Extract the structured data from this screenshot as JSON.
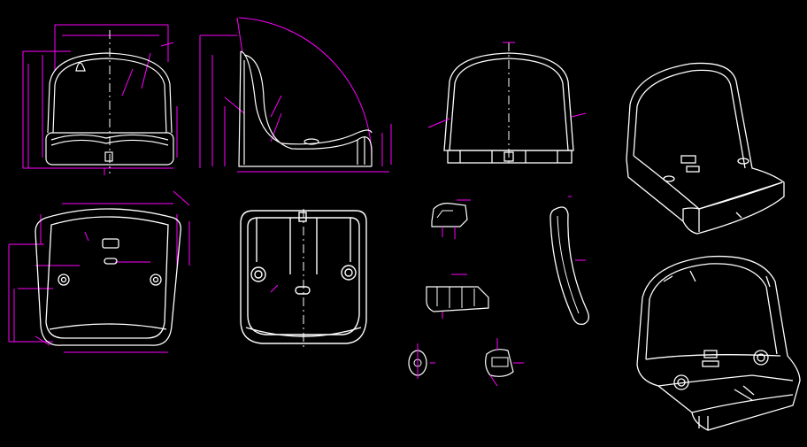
{
  "drawing": {
    "background": "#000000",
    "line_color": "#ffffff",
    "dimension_color": "#ff00ff",
    "views": [
      {
        "id": "front-view",
        "annotation": ""
      },
      {
        "id": "side-view",
        "annotation": ""
      },
      {
        "id": "rear-view",
        "annotation": ""
      },
      {
        "id": "iso-view-top",
        "annotation": ""
      },
      {
        "id": "top-view",
        "annotation": ""
      },
      {
        "id": "bottom-view",
        "annotation": ""
      },
      {
        "id": "detail-clip",
        "annotation": ""
      },
      {
        "id": "section-profile",
        "annotation": ""
      },
      {
        "id": "detail-rib",
        "annotation": ""
      },
      {
        "id": "detail-boss-a",
        "annotation": ""
      },
      {
        "id": "detail-boss-b",
        "annotation": ""
      },
      {
        "id": "iso-view-bottom",
        "annotation": ""
      }
    ]
  }
}
